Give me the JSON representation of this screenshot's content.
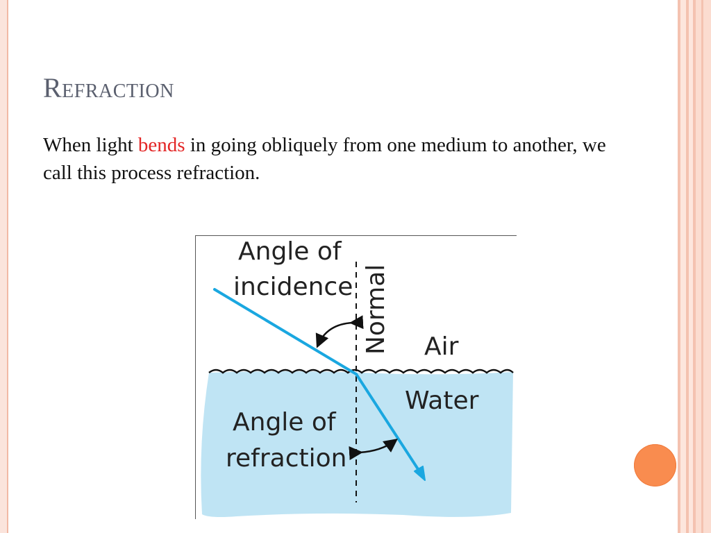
{
  "slide": {
    "title": "Refraction",
    "body": {
      "text_before": "When light ",
      "highlight": "bends",
      "text_after": " in going obliquely from one medium to another, we call this process refraction."
    }
  },
  "diagram": {
    "labels": {
      "angle_of_incidence_line1": "Angle of",
      "angle_of_incidence_line2": "incidence",
      "normal": "Normal",
      "air": "Air",
      "water": "Water",
      "angle_of_refraction_line1": "Angle of",
      "angle_of_refraction_line2": "refraction"
    }
  },
  "colors": {
    "title": "#5a5f6e",
    "highlight": "#e32626",
    "water_fill": "#bfe4f4",
    "light_ray": "#1aa7e0",
    "accent_orange": "#f98c4f",
    "border_peach": "#f2b9a5"
  }
}
